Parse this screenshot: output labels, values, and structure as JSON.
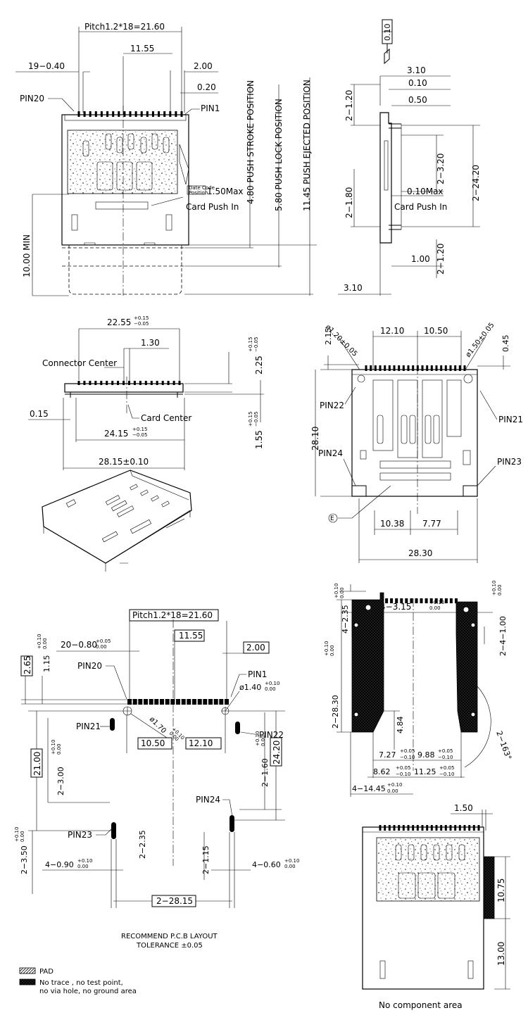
{
  "top_left_view": {
    "pitch": "Pitch1.2*18=21.60",
    "dim_11_55": "11.55",
    "dim_19_040": "19−0.40",
    "dim_2_00": "2.00",
    "dim_0_20": "0.20",
    "pin20": "PIN20",
    "pin1": "PIN1",
    "push_stroke": "4.80  PUSH STROKE POSITION",
    "push_lock": "5.80  PUSH LOCK POSITION",
    "push_eject": "11.45  PUSH EJECTED POSITION",
    "date_code_1": "Date Code",
    "date_code_2": "Position",
    "max_150": "1.50Max",
    "card_push_in": "Card Push In",
    "min_10": "10.00  MIN"
  },
  "top_right_view": {
    "flatness": "0.10",
    "dim_3_10": "3.10",
    "dim_0_10": "0.10",
    "dim_0_50": "0.50",
    "dim_2_120_a": "2−1.20",
    "dim_2_320": "2−3.20",
    "dim_2_180": "2−1.80",
    "dim_2_2420": "2−24.20",
    "max_010": "0.10Max",
    "card_push_in": "Card Push In",
    "dim_1_00": "1.00",
    "dim_2_120_b": "2−1.20",
    "dim_3_10_b": "3.10"
  },
  "front_view": {
    "dim_2255": "22.55",
    "tol_2255_hi": "+0.15",
    "tol_2255_lo": "−0.05",
    "dim_1_30": "1.30",
    "connector_center": "Connector Center",
    "card_center": "Card Center",
    "dim_2415": "24.15",
    "tol_2415_hi": "+0.15",
    "tol_2415_lo": "−0.05",
    "dim_0_15": "0.15",
    "dim_2815": "28.15±0.10",
    "dim_225": "2.25",
    "tol_225_hi": "+0.15",
    "tol_225_lo": "−0.05",
    "dim_155": "1.55",
    "tol_155_hi": "+0.15",
    "tol_155_lo": "−0.05"
  },
  "bottom_view": {
    "dim_12_10": "12.10",
    "dim_10_50": "10.50",
    "dim_2_15": "2.15",
    "hole_120": "ø1.20±0.05",
    "hole_150": "ø1.50±0.05",
    "dim_0_45": "0.45",
    "dim_28_10": "28.10",
    "pin22": "PIN22",
    "pin21": "PIN21",
    "pin24": "PIN24",
    "pin23": "PIN23",
    "dim_10_38": "10.38",
    "dim_7_77": "7.77",
    "dim_28_30": "28.30",
    "marker": "E"
  },
  "pcb_layout": {
    "pitch": "Pitch1.2*18=21.60",
    "dim_11_55": "11.55",
    "dim_2_00": "2.00",
    "dim_20_080": "20−0.80",
    "tol_20_080_hi": "+0.05",
    "tol_20_080_lo": "0.00",
    "dim_2_65": "2.65",
    "dim_1_15": "1.15",
    "tol_1_15_hi": "+0.10",
    "tol_1_15_lo": "0.00",
    "pin20": "PIN20",
    "pin1": "PIN1",
    "hole_140": "ø1.40",
    "tol_140_hi": "+0.10",
    "tol_140_lo": "0.00",
    "hole_170": "ø1.70",
    "tol_170_hi": "+0.10",
    "tol_170_lo": "0.00",
    "pin21": "PIN21",
    "pin22": "PIN22",
    "dim_10_50": "10.50",
    "dim_12_10": "12.10",
    "dim_21_00": "21.00",
    "dim_2_300": "2−3.00",
    "tol_2_300_hi": "+0.10",
    "tol_2_300_lo": "0.00",
    "dim_2_160": "2−1.60",
    "tol_2_160_hi": "+0.10",
    "tol_2_160_lo": "0.00",
    "dim_24_20": "24.20",
    "pin24": "PIN24",
    "pin23": "PIN23",
    "dim_2_350": "2−3.50",
    "tol_2_350_hi": "+0.10",
    "tol_2_350_lo": "0.00",
    "dim_4_090": "4−0.90",
    "tol_4_090_hi": "+0.10",
    "tol_4_090_lo": "0.00",
    "dim_2_235": "2−2.35",
    "dim_2_115": "2−1.15",
    "dim_4_060": "4−0.60",
    "tol_4_060_hi": "+0.10",
    "tol_4_060_lo": "0.00",
    "dim_2_2815": "2−28.15",
    "recommend": "RECOMMEND P.C.B LAYOUT",
    "tolerance": "TOLERANCE ±0.05"
  },
  "keepout_view": {
    "dim_4_235": "4−2.35",
    "tol_4_235_hi": "+0.10",
    "tol_4_235_lo": "0.00",
    "dim_4_315": "4−3.15",
    "tol_4_315_hi": "+0.10",
    "tol_4_315_lo": "0.00",
    "dim_2_4_100": "2−4−1.00",
    "tol_2_4_100_hi": "+0.10",
    "tol_2_4_100_lo": "0.00",
    "dim_2_2830": "2−28.30",
    "tol_2_2830_hi": "+0.10",
    "tol_2_2830_lo": "0.00",
    "dim_4_84": "4.84",
    "dim_2_163": "2−163°",
    "dim_7_27": "7.27",
    "tol_7_27_hi": "+0.05",
    "tol_7_27_lo": "−0.10",
    "dim_9_88": "9.88",
    "tol_9_88_hi": "+0.05",
    "tol_9_88_lo": "−0.10",
    "dim_8_62": "8.62",
    "tol_8_62_hi": "+0.05",
    "tol_8_62_lo": "−0.10",
    "dim_11_25": "11.25",
    "tol_11_25_hi": "+0.05",
    "tol_11_25_lo": "−0.10",
    "dim_4_1445": "4−14.45",
    "tol_4_1445_hi": "+0.10",
    "tol_4_1445_lo": "0.00"
  },
  "no_component_view": {
    "dim_1_50": "1.50",
    "dim_10_75": "10.75",
    "dim_13_00": "13.00",
    "caption": "No component area"
  },
  "legend": {
    "pad": "PAD",
    "keepout_line1": "No trace , no test point,",
    "keepout_line2": "no via hole, no ground area"
  }
}
